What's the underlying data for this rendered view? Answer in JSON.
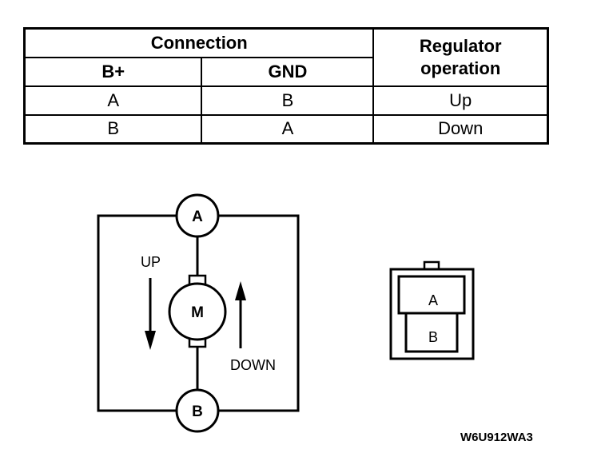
{
  "table": {
    "connection_header": "Connection",
    "regulator_header": "Regulator operation",
    "regulator_header_line1": "Regulator",
    "regulator_header_line2": "operation",
    "col_bplus": "B+",
    "col_gnd": "GND",
    "rows": [
      {
        "bplus": "A",
        "gnd": "B",
        "operation": "Up"
      },
      {
        "bplus": "B",
        "gnd": "A",
        "operation": "Down"
      }
    ]
  },
  "circuit": {
    "terminal_top": "A",
    "terminal_bottom": "B",
    "motor_label": "M",
    "up_label": "UP",
    "down_label": "DOWN"
  },
  "connector": {
    "pin_top": "A",
    "pin_bottom": "B"
  },
  "figure_code": "W6U912WA3"
}
